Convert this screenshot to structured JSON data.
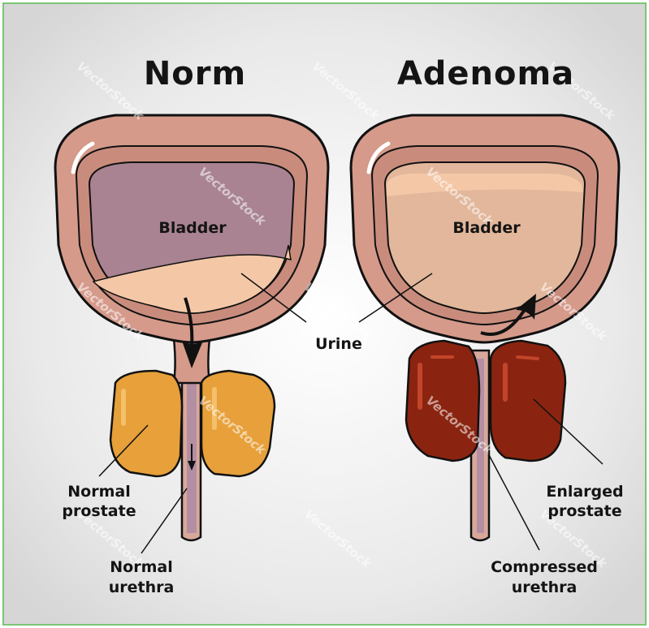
{
  "titles": {
    "left": "Norm",
    "right": "Adenoma"
  },
  "labels": {
    "bladder_left": "Bladder",
    "bladder_right": "Bladder",
    "urine": "Urine",
    "normal_prostate_1": "Normal",
    "normal_prostate_2": "prostate",
    "normal_urethra_1": "Normal",
    "normal_urethra_2": "urethra",
    "enlarged_prostate_1": "Enlarged",
    "enlarged_prostate_2": "prostate",
    "compressed_urethra_1": "Compressed",
    "compressed_urethra_2": "urethra"
  },
  "watermark": "VectorStock",
  "colors": {
    "frame_border": "#7cc576",
    "bladder_wall": "#d59a8a",
    "bladder_outline": "#111111",
    "bladder_inner_left": "#a98392",
    "urine": "#f4c8a7",
    "bladder_inner_right": "#e2b79b",
    "normal_prostate": "#e7a03a",
    "enlarged_prostate": "#8a2410",
    "urethra": "#b48fa3"
  }
}
